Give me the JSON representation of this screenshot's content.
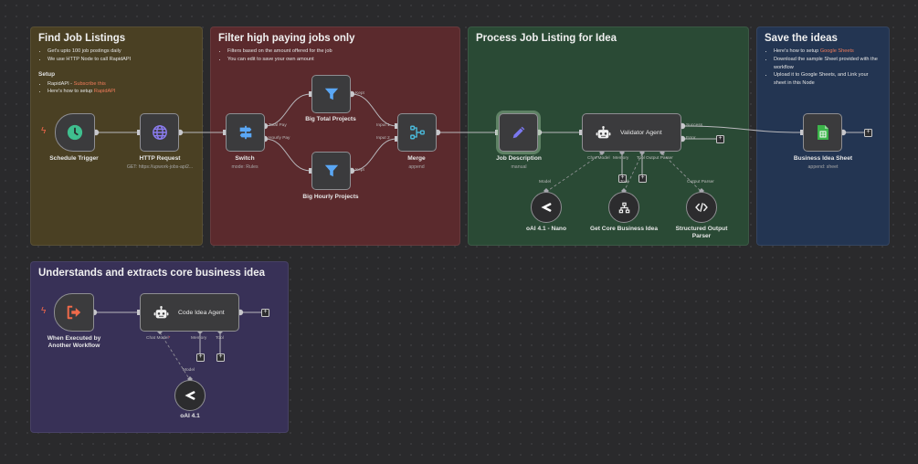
{
  "stickies": {
    "find": {
      "title": "Find Job Listings",
      "bullets": [
        "Get's upto 100 job postings daily",
        "We use HTTP Node to call RapidAPI"
      ],
      "setup_heading": "Setup",
      "setup_1_prefix": "RapidAPI - ",
      "setup_1_link": "Subscribe this",
      "setup_2_prefix": "Here's how to setup ",
      "setup_2_link": "RapidAPI"
    },
    "filter": {
      "title": "Filter high paying jobs only",
      "bullets": [
        "Filters based on the amount offered for the job",
        "You can edit to save your own amount"
      ]
    },
    "process": {
      "title": "Process Job Listing for Idea"
    },
    "save": {
      "title": "Save the ideas",
      "bullet_1_prefix": "Here's how to setup ",
      "bullet_1_link": "Google Sheets",
      "bullet_2": "Download the sample Sheet provided with the workflow",
      "bullet_3": "Upload it to Google Sheets, and Link your sheet in this Node"
    },
    "extract": {
      "title": "Understands and extracts core business idea"
    }
  },
  "nodes": {
    "schedule": {
      "name": "Schedule Trigger",
      "icon": "clock-icon"
    },
    "http": {
      "name": "HTTP Request",
      "subtitle": "GET: https://upwork-jobs-api2...",
      "icon": "globe-icon"
    },
    "switch": {
      "name": "Switch",
      "subtitle": "mode: Rules",
      "outputs": [
        "Total Pay",
        "Hourly Pay"
      ],
      "icon": "signpost-icon"
    },
    "big_total": {
      "name": "Big Total Projects",
      "output": "Kept",
      "icon": "filter-icon"
    },
    "big_hourly": {
      "name": "Big Hourly Projects",
      "output": "Kept",
      "icon": "filter-icon"
    },
    "merge": {
      "name": "Merge",
      "subtitle": "append",
      "inputs": [
        "Input 1",
        "Input 2"
      ],
      "icon": "merge-icon"
    },
    "job_desc": {
      "name": "Job Description",
      "subtitle": "manual",
      "icon": "pencil-icon"
    },
    "validator": {
      "name": "Validator Agent",
      "outputs": [
        "Success",
        "Error"
      ],
      "ports": [
        "Chat Model",
        "Memory",
        "Tool",
        "Output Parser"
      ],
      "icon": "robot-icon"
    },
    "oai_nano": {
      "name": "oAI 4.1 - Nano",
      "port": "Model",
      "icon": "openai-icon"
    },
    "get_core": {
      "name": "Get Core Business Idea",
      "port": "Tool",
      "icon": "sitemap-icon"
    },
    "parser": {
      "name": "Structured Output Parser",
      "port": "Output Parser",
      "icon": "code-icon"
    },
    "sheet": {
      "name": "Business Idea Sheet",
      "subtitle": "append: sheet",
      "icon": "sheets-icon"
    },
    "exec_trigger": {
      "name": "When Executed by Another Workflow",
      "icon": "sign-in-icon"
    },
    "code_agent": {
      "name": "Code Idea Agent",
      "ports": [
        "Chat Model",
        "Memory",
        "Tool"
      ],
      "required_marker": "*",
      "icon": "robot-icon"
    },
    "oai": {
      "name": "oAI 4.1",
      "port": "Model",
      "icon": "openai-icon"
    }
  },
  "colors": {
    "link": "#f07b5a",
    "trigger_bolt": "#f0664a",
    "clock": "#3fbf8f",
    "globe": "#8b7cf0",
    "filter": "#5aa7f5",
    "merge": "#4ab8d8",
    "pencil": "#7b78f0",
    "sheets": "#3cb54a",
    "exec": "#f06a4a"
  }
}
